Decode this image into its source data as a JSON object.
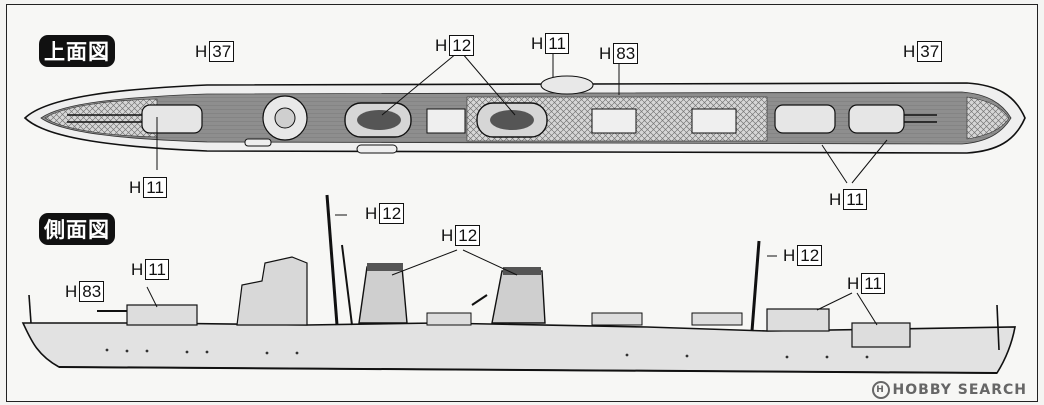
{
  "views": {
    "top": {
      "label": "上面図"
    },
    "side": {
      "label": "側面図"
    }
  },
  "parts": {
    "h37_bow": {
      "prefix": "H",
      "number": "37"
    },
    "h12_top": {
      "prefix": "H",
      "number": "12"
    },
    "h11_top": {
      "prefix": "H",
      "number": "11"
    },
    "h83_top": {
      "prefix": "H",
      "number": "83"
    },
    "h37_stern": {
      "prefix": "H",
      "number": "37"
    },
    "h11_top_bow": {
      "prefix": "H",
      "number": "11"
    },
    "h11_top_stern": {
      "prefix": "H",
      "number": "11"
    },
    "h12_side_mast": {
      "prefix": "H",
      "number": "12"
    },
    "h12_side_funnels": {
      "prefix": "H",
      "number": "12"
    },
    "h12_side_aftmast": {
      "prefix": "H",
      "number": "12"
    },
    "h11_side_bow": {
      "prefix": "H",
      "number": "11"
    },
    "h83_side": {
      "prefix": "H",
      "number": "83"
    },
    "h11_side_stern": {
      "prefix": "H",
      "number": "11"
    }
  },
  "watermark": {
    "text": "HOBBY SEARCH",
    "mark": "H"
  },
  "colors": {
    "ink": "#111111",
    "deck": "#8e8e8e",
    "hull": "#dcdcdc",
    "plate": "#cfcfcf"
  }
}
